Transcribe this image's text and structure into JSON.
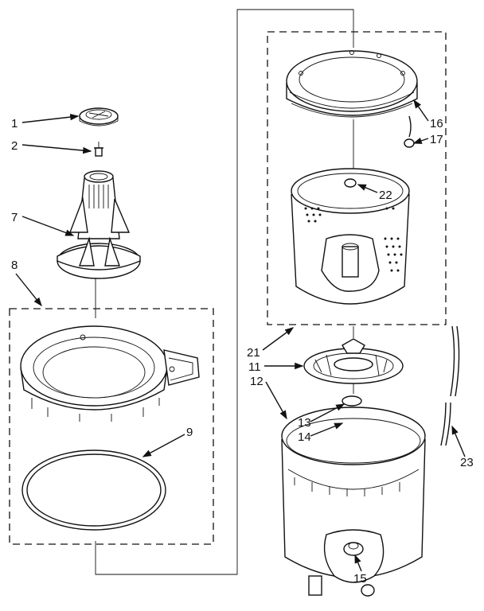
{
  "callouts": {
    "c1": "1",
    "c2": "2",
    "c7": "7",
    "c8": "8",
    "c9": "9",
    "c11": "11",
    "c12": "12",
    "c13": "13",
    "c14": "14",
    "c15": "15",
    "c16": "16",
    "c17": "17",
    "c21": "21",
    "c22": "22",
    "c23": "23"
  }
}
